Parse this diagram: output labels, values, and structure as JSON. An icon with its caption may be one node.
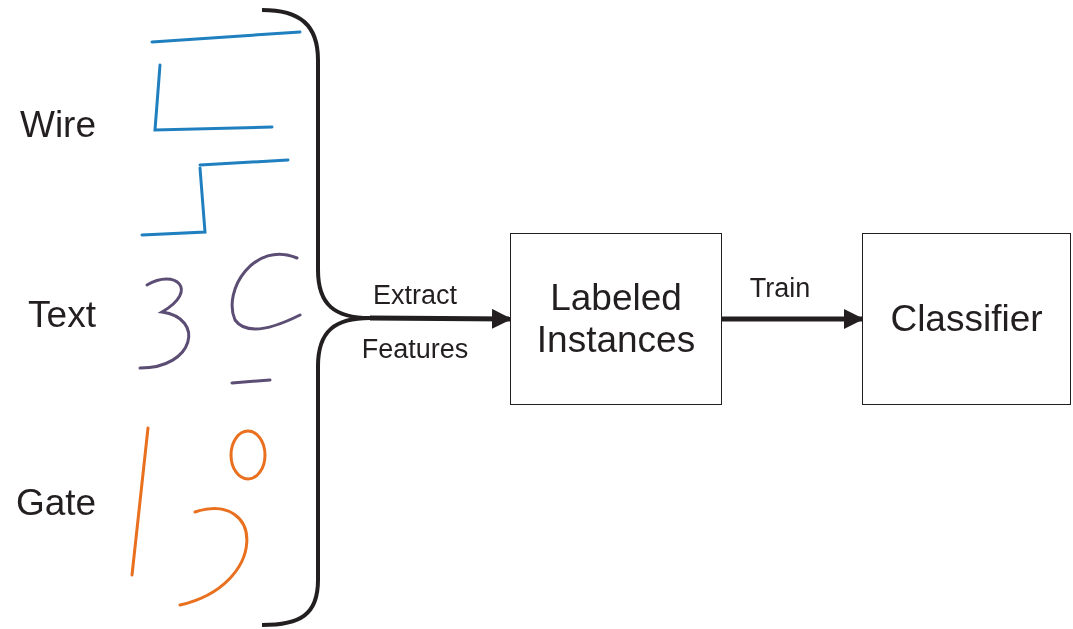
{
  "diagram": {
    "nodes": [
      {
        "text": [
          "Wire"
        ]
      },
      {
        "text": [
          "Text"
        ]
      },
      {
        "text": [
          "Gate"
        ]
      },
      {
        "text": [],
        "shape": "brace"
      },
      {
        "text": [
          "Labeled Instances"
        ]
      },
      {
        "text": [
          "Classifier"
        ]
      }
    ],
    "edges": [
      {
        "from": 3,
        "to": 4,
        "arrow": "to",
        "label": "Extract Features"
      },
      {
        "from": 4,
        "to": 5,
        "arrow": "to",
        "label": "Train"
      }
    ]
  }
}
